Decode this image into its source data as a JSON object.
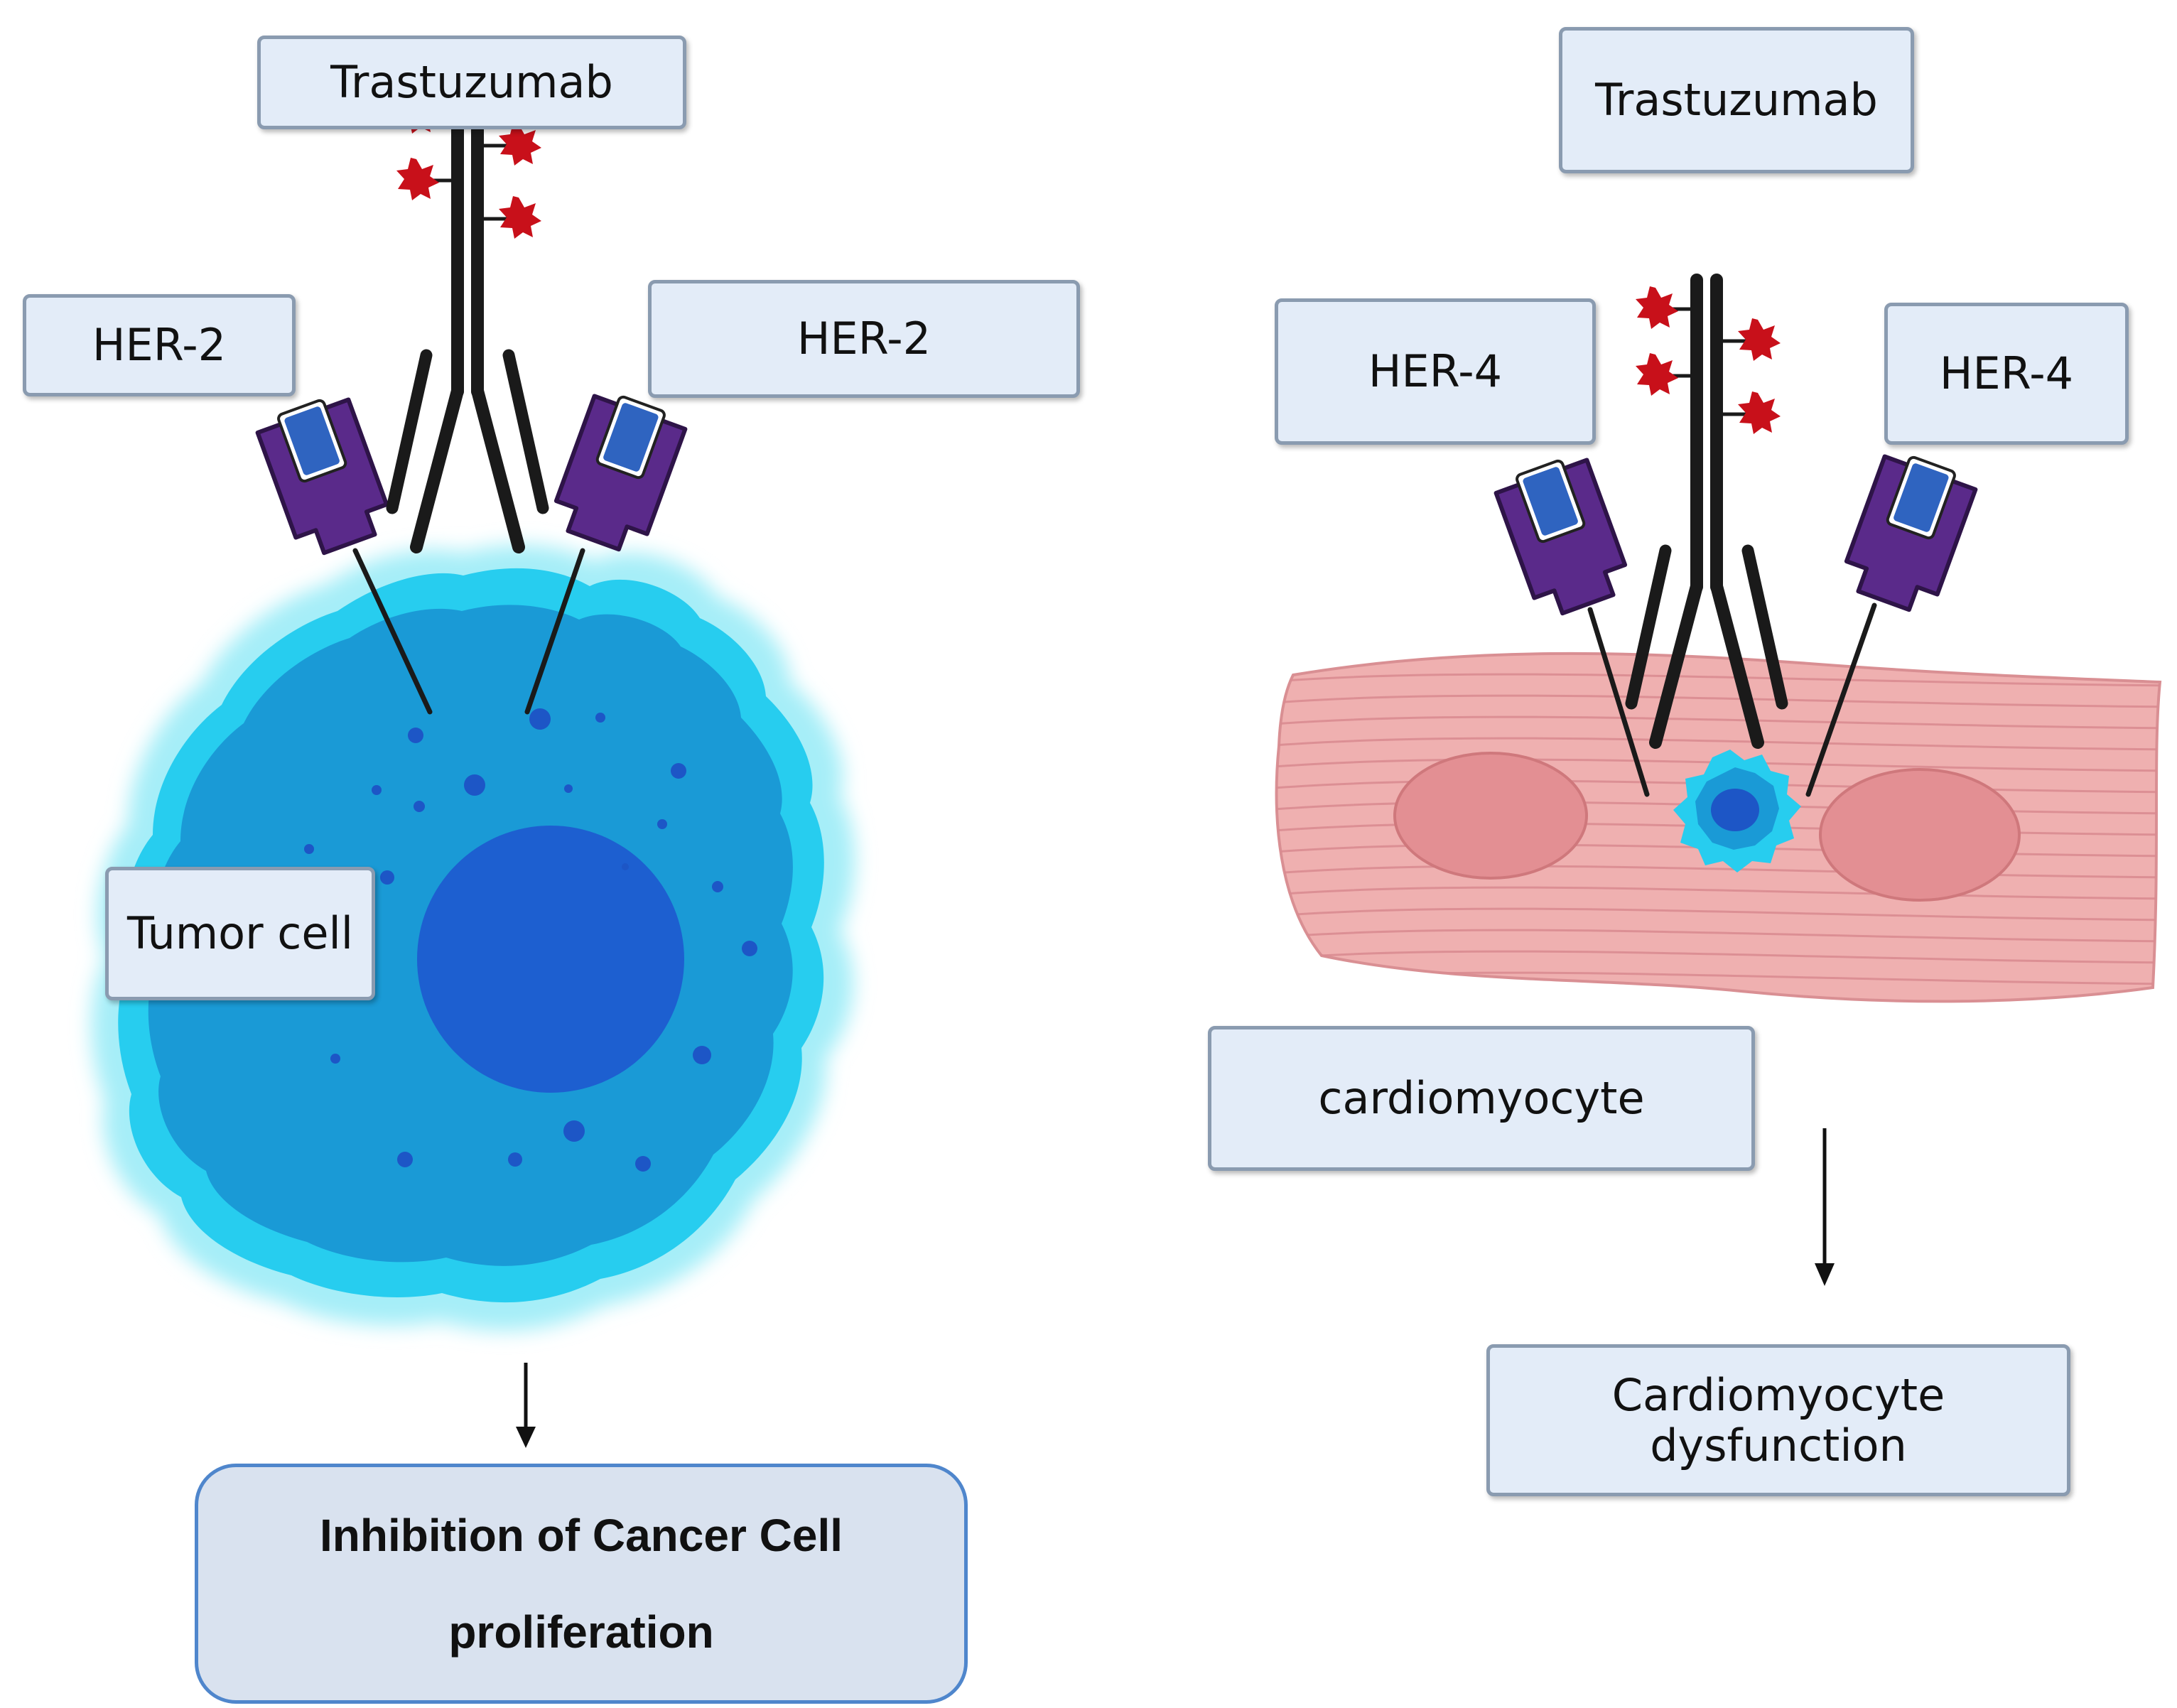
{
  "left_panel": {
    "antibody_label": "Trastuzumab",
    "receptor_left_label": "HER-2",
    "receptor_right_label": "HER-2",
    "cell_label": "Tumor cell",
    "outcome_line1": "Inhibition of Cancer Cell",
    "outcome_line2": "proliferation"
  },
  "right_panel": {
    "antibody_label": "Trastuzumab",
    "receptor_left_label": "HER-4",
    "receptor_right_label": "HER-4",
    "cell_label": "cardiomyocyte",
    "outcome_line1": "Cardiomyocyte",
    "outcome_line2": "dysfunction"
  },
  "colors": {
    "tumor_glow": "#a6eef8",
    "tumor_ring": "#27cdef",
    "tumor_body": "#1a9ad6",
    "tumor_nucleus": "#1d5fd0",
    "receptor_purple": "#5a2a8a",
    "receptor_blue": "#2f64c0",
    "antibody": "#1a1a1a",
    "antigen_red": "#c8101a",
    "muscle_fill": "#efb0b0",
    "muscle_nucleus": "#e38f93",
    "box_fill": "#e3ecf8",
    "box_border": "#8a9bb0",
    "outcome_border": "#4f86cc"
  }
}
